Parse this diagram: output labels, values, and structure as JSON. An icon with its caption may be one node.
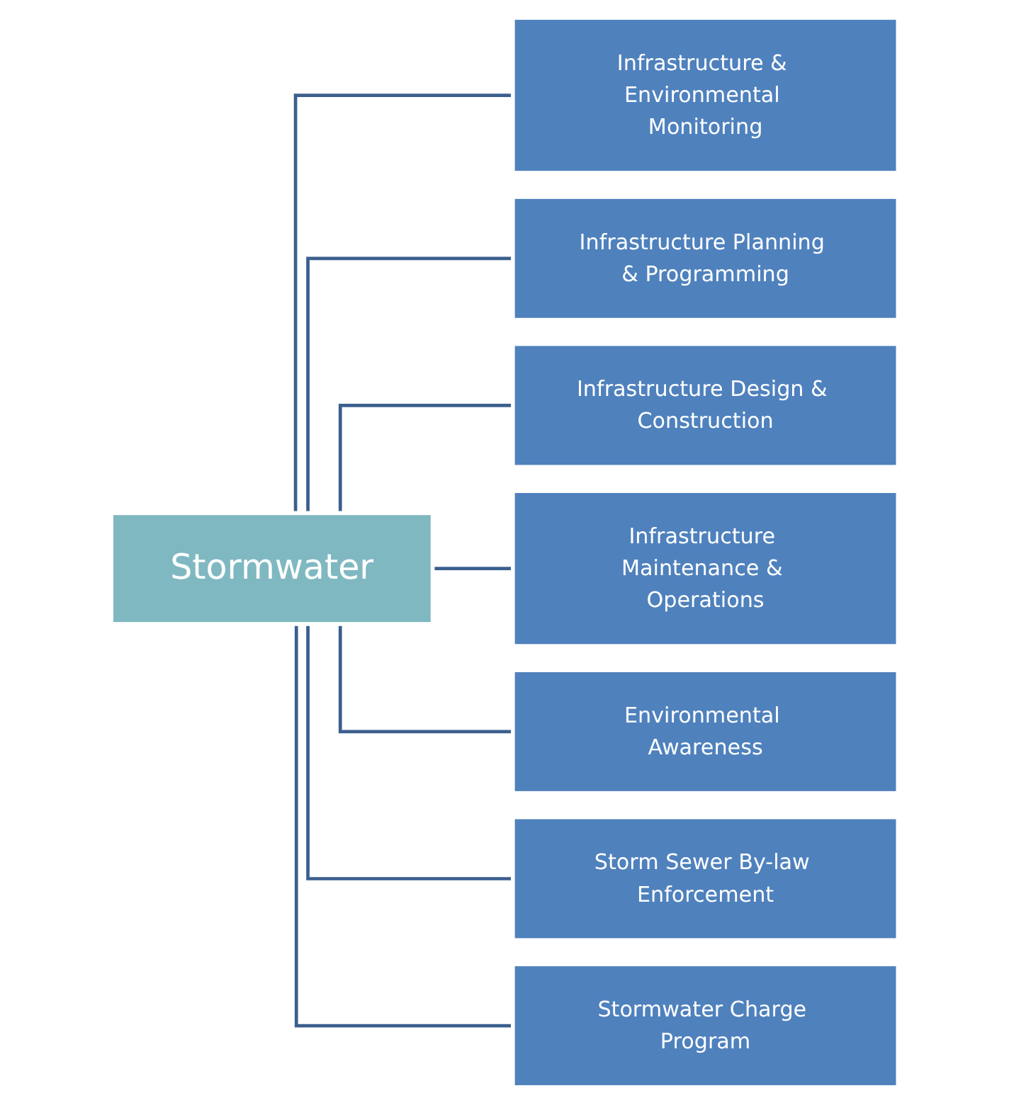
{
  "diagram": {
    "nodes": [
      {
        "text": [
          "Stormwater"
        ]
      },
      {
        "text": [
          "Infrastructure & Environmental Monitoring"
        ]
      },
      {
        "text": [
          "Infrastructure Planning & Programming"
        ]
      },
      {
        "text": [
          "Infrastructure Design & Construction"
        ]
      },
      {
        "text": [
          "Infrastructure Maintenance & Operations"
        ]
      },
      {
        "text": [
          "Environmental Awareness"
        ]
      },
      {
        "text": [
          "Storm Sewer By-law Enforcement"
        ]
      },
      {
        "text": [
          "Stormwater Charge Program"
        ]
      }
    ],
    "edges": [
      {
        "from": 0,
        "to": 1,
        "arrow": "none"
      },
      {
        "from": 0,
        "to": 2,
        "arrow": "none"
      },
      {
        "from": 0,
        "to": 3,
        "arrow": "none"
      },
      {
        "from": 0,
        "to": 4,
        "arrow": "none"
      },
      {
        "from": 0,
        "to": 5,
        "arrow": "none"
      },
      {
        "from": 0,
        "to": 6,
        "arrow": "none"
      },
      {
        "from": 0,
        "to": 7,
        "arrow": "none"
      }
    ]
  }
}
